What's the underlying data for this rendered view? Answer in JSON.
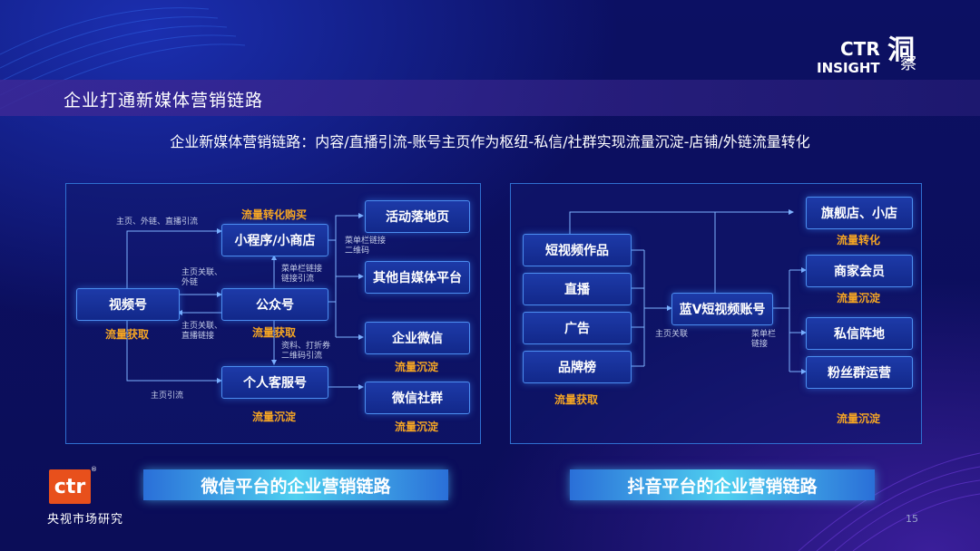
{
  "header": {
    "title": "企业打通新媒体营销链路",
    "subtitle": "企业新媒体营销链路：内容/直播引流-账号主页作为枢纽-私信/社群实现流量沉淀-店铺/外链流量转化"
  },
  "brand": {
    "insight_line1": "CTR",
    "insight_line2": "INSIGHT",
    "insight_cn1": "洞",
    "insight_cn2": "察",
    "ctr_logo": "ctr",
    "ctr_reg": "®",
    "ctr_name": "央视市场研究",
    "page_number": "15"
  },
  "wechat": {
    "banner": "微信平台的企业营销链路",
    "nodes": {
      "video": "视频号",
      "miniprogram": "小程序/小商店",
      "official": "公众号",
      "personal": "个人客服号",
      "landing": "活动落地页",
      "othermedia": "其他自媒体平台",
      "wework": "企业微信",
      "community": "微信社群"
    },
    "tags": {
      "video": "流量获取",
      "official": "流量获取",
      "miniprogram": "流量转化购买",
      "personal": "流量沉淀",
      "wework": "流量沉淀",
      "community": "流量沉淀"
    },
    "edge_labels": {
      "video_to_mini": "主页、外链、直播引流",
      "video_to_official_1": "主页关联、",
      "video_to_official_2": "外链",
      "official_to_video_1": "主页关联、",
      "official_to_video_2": "直播链接",
      "official_to_mini_1": "菜单栏链接",
      "official_to_mini_2": "链接引流",
      "official_to_personal_1": "资料、打折券",
      "official_to_personal_2": "二维码引流",
      "video_to_personal": "主页引流",
      "mini_to_landing_1": "菜单栏链接",
      "mini_to_landing_2": "二维码"
    }
  },
  "douyin": {
    "banner": "抖音平台的企业营销链路",
    "nodes": {
      "short_video": "短视频作品",
      "live": "直播",
      "ads": "广告",
      "brandlist": "品牌榜",
      "bluev": "蓝V短视频账号",
      "flagship": "旗舰店、小店",
      "member": "商家会员",
      "dm": "私信阵地",
      "fans": "粉丝群运营"
    },
    "tags": {
      "acquire": "流量获取",
      "flagship": "流量转化",
      "member": "流量沉淀",
      "fans": "流量沉淀"
    },
    "edge_labels": {
      "to_bluev": "主页关联",
      "from_bluev_1": "菜单栏",
      "from_bluev_2": "链接"
    }
  }
}
